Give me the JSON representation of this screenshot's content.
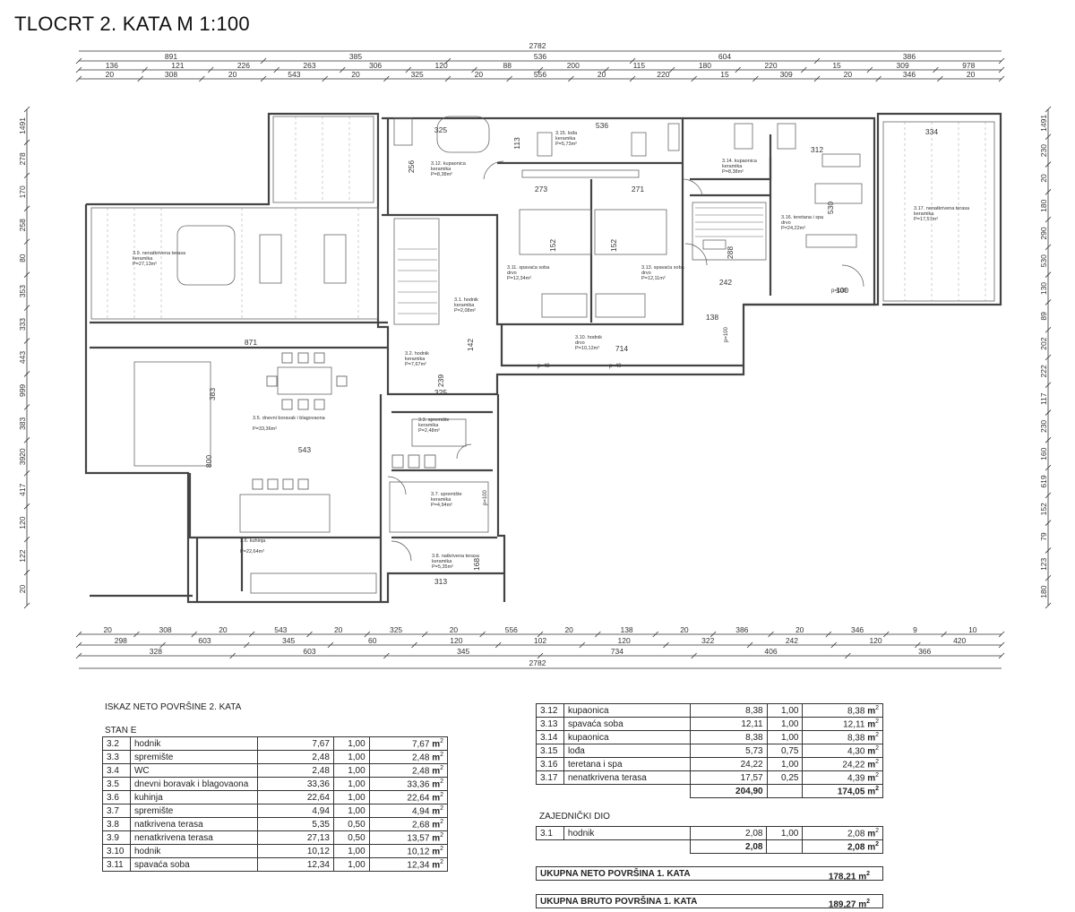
{
  "title": "TLOCRT 2. KATA M 1:100",
  "dims": {
    "top_total": "2782",
    "top_row1": [
      "891",
      "385",
      "536",
      "604",
      "386"
    ],
    "top_row2": [
      "136",
      "121",
      "226",
      "263",
      "306",
      "120",
      "88",
      "200",
      "115",
      "180",
      "220",
      "15",
      "309",
      "978"
    ],
    "top_row3": [
      "20",
      "308",
      "20",
      "543",
      "20",
      "325",
      "20",
      "556",
      "20",
      "220",
      "15",
      "309",
      "20",
      "346",
      "20"
    ],
    "bottom_row1": [
      "20",
      "308",
      "20",
      "543",
      "20",
      "325",
      "20",
      "556",
      "20",
      "138",
      "20",
      "386",
      "20",
      "346",
      "9",
      "10"
    ],
    "bottom_row2": [
      "298",
      "603",
      "345",
      "60",
      "120",
      "102",
      "120",
      "322",
      "242",
      "120",
      "420"
    ],
    "bottom_row3": [
      "328",
      "603",
      "345",
      "734",
      "406",
      "366"
    ],
    "bottom_total": "2782",
    "left": [
      "1491",
      "278",
      "170",
      "258",
      "80",
      "353",
      "333",
      "443",
      "999",
      "383",
      "3920",
      "417",
      "120",
      "122",
      "20"
    ],
    "right": [
      "1491",
      "230",
      "20",
      "180",
      "290",
      "530",
      "130",
      "89",
      "202",
      "222",
      "117",
      "230",
      "160",
      "619",
      "152",
      "79",
      "123",
      "180"
    ],
    "inner": [
      "871",
      "543",
      "325",
      "383",
      "800",
      "239",
      "142",
      "313",
      "168",
      "714",
      "138",
      "273",
      "271",
      "152",
      "152",
      "288",
      "312",
      "334",
      "536",
      "113",
      "325",
      "256",
      "242",
      "530",
      "100"
    ]
  },
  "rooms": [
    {
      "id": "3.9",
      "name": "3.9. nenatkrivena terasa",
      "sub": "keramika",
      "area": "P=27,13m²"
    },
    {
      "id": "3.5",
      "name": "3.5. dnevni boravak i blagovaona",
      "sub": "",
      "area": "P=33,36m²"
    },
    {
      "id": "3.6",
      "name": "3.6. kuhinja",
      "sub": "",
      "area": "P=22,64m²"
    },
    {
      "id": "3.1",
      "name": "3.1. hodnik",
      "sub": "keramika",
      "area": "P=2,08m²"
    },
    {
      "id": "3.2",
      "name": "3.2. hodnik",
      "sub": "keramika",
      "area": "P=7,67m²"
    },
    {
      "id": "3.3",
      "name": "3.3. spremište",
      "sub": "keramika",
      "area": "P=2,48m²"
    },
    {
      "id": "3.7",
      "name": "3.7. spremište",
      "sub": "keramika",
      "area": "P=4,94m²"
    },
    {
      "id": "3.8",
      "name": "3.8. natkrivena terasa",
      "sub": "keramika",
      "area": "P=5,35m²"
    },
    {
      "id": "3.12",
      "name": "3.12. kupaonica",
      "sub": "keramika",
      "area": "P=8,38m²"
    },
    {
      "id": "3.15",
      "name": "3.15. lođa",
      "sub": "keramika",
      "area": "P=5,73m²"
    },
    {
      "id": "3.11",
      "name": "3.11. spavaća soba",
      "sub": "drvo",
      "area": "P=12,34m²"
    },
    {
      "id": "3.13",
      "name": "3.13. spavaća soba",
      "sub": "drvo",
      "area": "P=12,11m²"
    },
    {
      "id": "3.10",
      "name": "3.10. hodnik",
      "sub": "drvo",
      "area": "P=10,12m²"
    },
    {
      "id": "3.14",
      "name": "3.14. kupaonica",
      "sub": "keramika",
      "area": "P=8,38m²"
    },
    {
      "id": "3.16",
      "name": "3.16. teretana i spa",
      "sub": "drvo",
      "area": "P=24,22m²"
    },
    {
      "id": "3.17",
      "name": "3.17. nenatkrivena terasa",
      "sub": "keramika",
      "area": "P=17,57m²"
    }
  ],
  "openings": [
    "p=40",
    "p=40",
    "p=100",
    "p=100",
    "p=100"
  ],
  "table_title": "ISKAZ NETO POVRŠINE 2. KATA",
  "stan_label": "STAN E",
  "unit": "m",
  "table_left": [
    {
      "code": "3.2",
      "name": "hodnik",
      "a": "7,67",
      "k": "1,00",
      "r": "7,67"
    },
    {
      "code": "3.3",
      "name": "spremište",
      "a": "2,48",
      "k": "1,00",
      "r": "2,48"
    },
    {
      "code": "3.4",
      "name": "WC",
      "a": "2,48",
      "k": "1,00",
      "r": "2,48"
    },
    {
      "code": "3.5",
      "name": "dnevni boravak i blagovaona",
      "a": "33,36",
      "k": "1,00",
      "r": "33,36"
    },
    {
      "code": "3.6",
      "name": "kuhinja",
      "a": "22,64",
      "k": "1,00",
      "r": "22,64"
    },
    {
      "code": "3.7",
      "name": "spremište",
      "a": "4,94",
      "k": "1,00",
      "r": "4,94"
    },
    {
      "code": "3.8",
      "name": "natkrivena terasa",
      "a": "5,35",
      "k": "0,50",
      "r": "2,68"
    },
    {
      "code": "3.9",
      "name": "nenatkrivena terasa",
      "a": "27,13",
      "k": "0,50",
      "r": "13,57"
    },
    {
      "code": "3.10",
      "name": "hodnik",
      "a": "10,12",
      "k": "1,00",
      "r": "10,12"
    },
    {
      "code": "3.11",
      "name": "spavaća soba",
      "a": "12,34",
      "k": "1,00",
      "r": "12,34"
    }
  ],
  "table_right": [
    {
      "code": "3.12",
      "name": "kupaonica",
      "a": "8,38",
      "k": "1,00",
      "r": "8,38"
    },
    {
      "code": "3.13",
      "name": "spavaća soba",
      "a": "12,11",
      "k": "1,00",
      "r": "12,11"
    },
    {
      "code": "3.14",
      "name": "kupaonica",
      "a": "8,38",
      "k": "1,00",
      "r": "8,38"
    },
    {
      "code": "3.15",
      "name": "lođa",
      "a": "5,73",
      "k": "0,75",
      "r": "4,30"
    },
    {
      "code": "3.16",
      "name": "teretana i spa",
      "a": "24,22",
      "k": "1,00",
      "r": "24,22"
    },
    {
      "code": "3.17",
      "name": "nenatkrivena terasa",
      "a": "17,57",
      "k": "0,25",
      "r": "4,39"
    }
  ],
  "stan_total_a": "204,90",
  "stan_total_r": "174,05",
  "zajednicki_label": "ZAJEDNIČKI DIO",
  "table_common": [
    {
      "code": "3.1",
      "name": "hodnik",
      "a": "2,08",
      "k": "1,00",
      "r": "2,08"
    }
  ],
  "common_total_a": "2,08",
  "common_total_r": "2,08",
  "neto_label": "UKUPNA NETO POVRŠINA 1. KATA",
  "neto_value": "178,21",
  "bruto_label": "UKUPNA BRUTO POVRŠINA 1. KATA",
  "bruto_value": "189,27"
}
